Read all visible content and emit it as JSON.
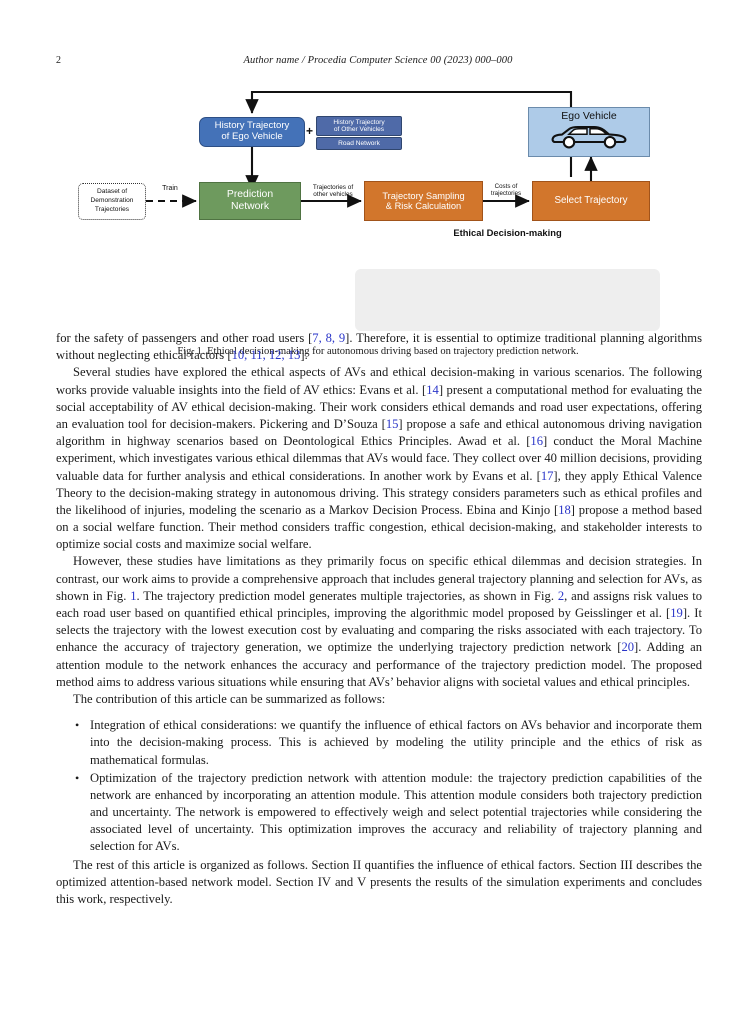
{
  "running_head": {
    "page_number": "2",
    "journal_line": "Author name / Procedia Computer Science 00 (2023) 000–000"
  },
  "figure": {
    "caption": "Fig. 1. Ethical decision-making for autonomous driving based on trajectory prediction network.",
    "nodes": {
      "history_ego": "History Trajectory\nof Ego Vehicle",
      "history_ego_line1": "History Trajectory",
      "history_ego_line2": "of Ego Vehicle",
      "history_other_line1": "History Trajectory",
      "history_other_line2": "of Other Vehicles",
      "road_network": "Road Network",
      "ego_vehicle": "Ego Vehicle",
      "dataset_line1": "Dataset of",
      "dataset_line2": "Demonstration",
      "dataset_line3": "Trajectories",
      "prediction_line1": "Prediction",
      "prediction_line2": "Network",
      "sampling_line1": "Trajectory Sampling",
      "sampling_line2": "& Risk Calculation",
      "select_trajectory": "Select Trajectory",
      "panel_caption": "Ethical Decision-making",
      "plus": "+"
    },
    "edge_labels": {
      "train": "Train",
      "traj_other_line1": "Trajectories of",
      "traj_other_line2": "other vehicles",
      "costs_line1": "Costs of",
      "costs_line2": "trajectories"
    },
    "colors": {
      "blue_round": "#4472b8",
      "blue_flat": "#4f6aa8",
      "ego_light_blue": "#aecbe8",
      "green": "#6e9a5e",
      "orange": "#d2762c",
      "panel_grey": "#eeeeee",
      "citation_blue": "#2a35c8"
    }
  },
  "body": {
    "para1_html": "for the safety of passengers and other road users [<span class=\"cite\">7, 8, 9</span>]. Therefore, it is essential to optimize traditional planning algorithms without neglecting ethical factors [<span class=\"cite\">10, 11, 12, 13</span>].",
    "para2_html": "Several studies have explored the ethical aspects of AVs and ethical decision-making in various scenarios. The following works provide valuable insights into the field of AV ethics: Evans et al. [<span class=\"cite\">14</span>] present a computational method for evaluating the social acceptability of AV ethical decision-making. Their work considers ethical demands and road user expectations, offering an evaluation tool for decision-makers. Pickering and D’Souza [<span class=\"cite\">15</span>] propose a safe and ethical autonomous driving navigation algorithm in highway scenarios based on Deontological Ethics Principles. Awad et al. [<span class=\"cite\">16</span>] conduct the Moral Machine experiment, which investigates various ethical dilemmas that AVs would face. They collect over 40 million decisions, providing valuable data for further analysis and ethical considerations. In another work by Evans et al. [<span class=\"cite\">17</span>], they apply Ethical Valence Theory to the decision-making strategy in autonomous driving. This strategy considers parameters such as ethical profiles and the likelihood of injuries, modeling the scenario as a Markov Decision Process. Ebina and Kinjo [<span class=\"cite\">18</span>] propose a method based on a social welfare function. Their method considers traffic congestion, ethical decision-making, and stakeholder interests to optimize social costs and maximize social welfare.",
    "para3_html": "However, these studies have limitations as they primarily focus on specific ethical dilemmas and decision strategies. In contrast, our work aims to provide a comprehensive approach that includes general trajectory planning and selection for AVs, as shown in Fig. <span class=\"cite\">1</span>. The trajectory prediction model generates multiple trajectories, as shown in Fig. <span class=\"cite\">2</span>, and assigns risk values to each road user based on quantified ethical principles, improving the algorithmic model proposed by Geisslinger et al. [<span class=\"cite\">19</span>]. It selects the trajectory with the lowest execution cost by evaluating and comparing the risks associated with each trajectory. To enhance the accuracy of trajectory generation, we optimize the underlying trajectory prediction network [<span class=\"cite\">20</span>]. Adding an attention module to the network enhances the accuracy and performance of the trajectory prediction model. The proposed method aims to address various situations while ensuring that AVs’ behavior aligns with societal values and ethical principles.",
    "para4_html": "The contribution of this article can be summarized as follows:",
    "bullets": [
      "Integration of ethical considerations: we quantify the influence of ethical factors on AVs behavior and incorporate them into the decision-making process. This is achieved by modeling the utility principle and the ethics of risk as mathematical formulas.",
      "Optimization of the trajectory prediction network with attention module: the trajectory prediction capabilities of the network are enhanced by incorporating an attention module. This attention module considers both trajectory prediction and uncertainty. The network is empowered to effectively weigh and select potential trajectories while considering the associated level of uncertainty. This optimization improves the accuracy and reliability of trajectory planning and selection for AVs."
    ],
    "para5_html": "The rest of this article is organized as follows. Section II quantifies the influence of ethical factors. Section III describes the optimized attention-based network model. Section IV and V presents the results of the simulation experiments and concludes this work, respectively."
  }
}
